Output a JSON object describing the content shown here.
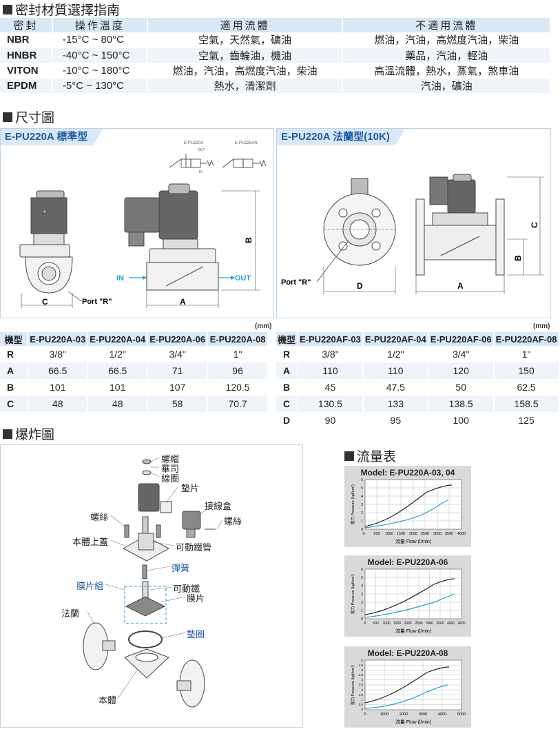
{
  "seal": {
    "title": "密封材質選擇指南",
    "headers": [
      "密封",
      "操作溫度",
      "適用流體",
      "不適用流體"
    ],
    "rows": [
      {
        "name": "NBR",
        "temp": "-15°C ~ 80°C",
        "suitable": "空氣，天然氣，礦油",
        "unsuitable": "燃油，汽油，高燃度汽油，柴油"
      },
      {
        "name": "HNBR",
        "temp": "-40°C ~ 150°C",
        "suitable": "空氣，齒輪油，機油",
        "unsuitable": "藥品，汽油，輕油"
      },
      {
        "name": "VITON",
        "temp": "-10°C ~ 180°C",
        "suitable": "燃油，汽油，高燃度汽油，柴油",
        "unsuitable": "高溫流體，熱水，蒸氣，煞車油"
      },
      {
        "name": "EPDM",
        "temp": "-5°C ~ 130°C",
        "suitable": "熱水，清潔劑",
        "unsuitable": "汽油，礦油"
      }
    ]
  },
  "dimensions": {
    "title": "尺寸圖",
    "left_panel": {
      "tab": "E-PU220A 標準型",
      "symbol_a": "E-PU220A",
      "symbol_an": "E-PU220AN",
      "symbol_out": "OUT",
      "symbol_in": "IN",
      "port": "Port \"R\"",
      "in_label": "IN",
      "out_label": "OUT",
      "dim_a": "A",
      "dim_b": "B",
      "dim_c": "C"
    },
    "right_panel": {
      "tab": "E-PU220A 法蘭型(10K)",
      "port": "Port \"R\"",
      "dim_a": "A",
      "dim_b": "B",
      "dim_c": "C",
      "dim_d": "D"
    },
    "unit": "(mm)",
    "table_left": {
      "headers": [
        "機型",
        "E-PU220A-03",
        "E-PU220A-04",
        "E-PU220A-06",
        "E-PU220A-08"
      ],
      "rows": [
        [
          "R",
          "3/8\"",
          "1/2\"",
          "3/4\"",
          "1\""
        ],
        [
          "A",
          "66.5",
          "66.5",
          "71",
          "96"
        ],
        [
          "B",
          "101",
          "101",
          "107",
          "120.5"
        ],
        [
          "C",
          "48",
          "48",
          "58",
          "70.7"
        ]
      ]
    },
    "table_right": {
      "headers": [
        "機型",
        "E-PU220AF-03",
        "E-PU220AF-04",
        "E-PU220AF-06",
        "E-PU220AF-08"
      ],
      "rows": [
        [
          "R",
          "3/8\"",
          "1/2\"",
          "3/4\"",
          "1\""
        ],
        [
          "A",
          "110",
          "110",
          "120",
          "150"
        ],
        [
          "B",
          "45",
          "47.5",
          "50",
          "62.5"
        ],
        [
          "C",
          "130.5",
          "133",
          "138.5",
          "158.5"
        ],
        [
          "D",
          "90",
          "95",
          "100",
          "125"
        ]
      ]
    }
  },
  "exploded": {
    "title": "爆炸圖",
    "labels": {
      "nut": "螺帽",
      "washer": "華司",
      "coil": "線圈",
      "gasket": "墊片",
      "connector": "接線盒",
      "screw_left": "螺絲",
      "screw_right": "螺絲",
      "bonnet": "本體上蓋",
      "plunger_tube": "可動鐵管",
      "spring": "彈簧",
      "diaphragm_set": "膜片組",
      "plunger": "可動鐵",
      "diaphragm": "膜片",
      "flange": "法蘭",
      "o_ring": "墊圈",
      "body": "本體"
    }
  },
  "flow": {
    "title": "流量表",
    "ylabel": "壓力 Pressure (kgf/cm²)",
    "xlabel": "流量 Flow (l/min)",
    "charts": [
      {
        "title": "Model: E-PU220A-03, 04",
        "xticks": [
          "0",
          "500",
          "1000",
          "1500",
          "2000",
          "2500",
          "3000",
          "3500",
          "4000"
        ],
        "yticks": [
          "0",
          "1",
          "2",
          "3",
          "4",
          "5",
          "6"
        ]
      },
      {
        "title": "Model: E-PU220A-06",
        "xticks": [
          "0",
          "500",
          "1000",
          "1500",
          "2000",
          "2500",
          "3000",
          "3500",
          "4000",
          "4500"
        ],
        "yticks": [
          "0",
          "1",
          "2",
          "3",
          "4",
          "5",
          "6"
        ]
      },
      {
        "title": "Model: E-PU220A-08",
        "xticks": [
          "0",
          "1000",
          "2000",
          "3000",
          "4000",
          "5000"
        ],
        "yticks": [
          "0",
          "0.5",
          "1",
          "1.5",
          "2",
          "2.5",
          "3",
          "3.5",
          "4",
          "4.5",
          "5"
        ]
      }
    ]
  },
  "colors": {
    "accent": "#1f5aa6",
    "header_bg": "#d9e8f6",
    "row_alt": "#eef4fa",
    "cyan_line": "#1a9fd6"
  }
}
